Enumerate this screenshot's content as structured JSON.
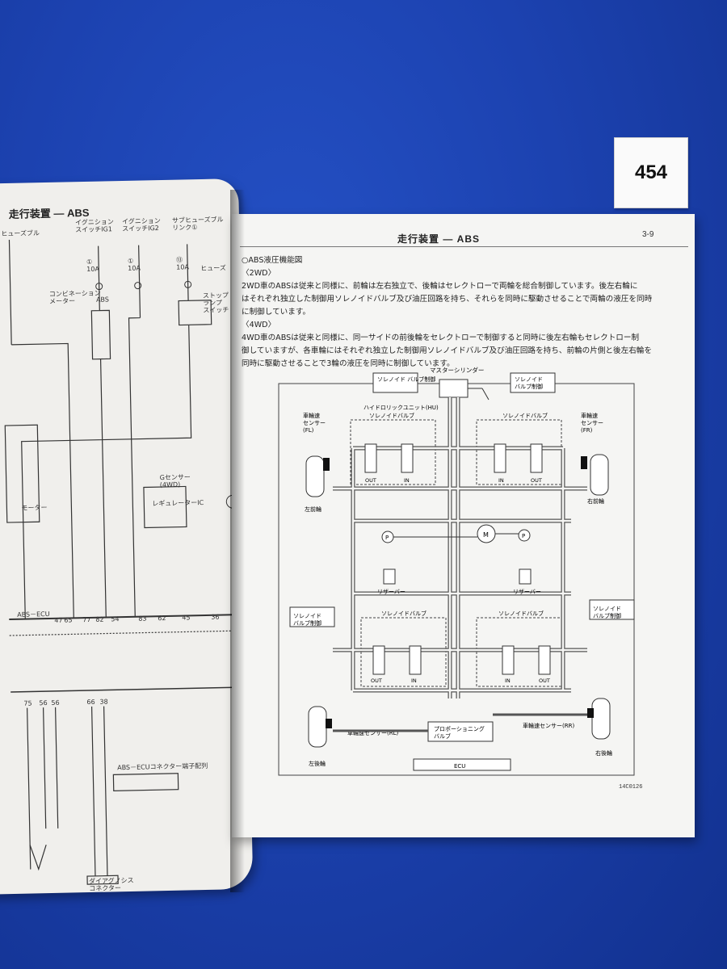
{
  "tag": {
    "number": "454"
  },
  "left_page": {
    "header": "走行装置 ― ABS",
    "labels": {
      "fuse_left": "ヒューズブル",
      "ig1": "イグニション\nスイッチIG1",
      "ig2": "イグニション\nスイッチIG2",
      "sub_fuse": "サブヒューズブル\nリンク①",
      "fuse1": "①\n10A",
      "fuse2": "①\n10A",
      "fuse3": "⑬\n10A",
      "fuse_word": "ヒューズ",
      "combo_meter": "コンビネーション\nメーター",
      "abs": "ABS",
      "stop_lamp": "ストップ\nランプ\nスイッチ",
      "g_sensor": "Gセンサー\n(4WD)",
      "regulator": "レギュレーターIC",
      "motor": "モーター",
      "abs_ecu": "ABS－ECU",
      "pins_top": [
        "47",
        "65",
        "77",
        "82",
        "54",
        "83",
        "62",
        "45",
        "36"
      ],
      "pins_bottom": [
        "75",
        "56",
        "56",
        "66",
        "38"
      ],
      "connector_title": "ABS－ECUコネクター端子配列",
      "diag": "ダイアグノシス\nコネクター"
    }
  },
  "right_page": {
    "title": "走行装置 ― ABS",
    "page_number": "3-9",
    "lines": [
      "○ABS液圧機能図",
      "〈2WD〉",
      "2WD車のABSは従来と同様に、前輪は左右独立で、後輪はセレクトローで両輪を総合制御しています。後左右輪に",
      "はそれぞれ独立した制御用ソレノイドバルブ及び油圧回路を持ち、それらを同時に駆動させることで両輪の液圧を同時",
      "に制御しています。",
      "〈4WD〉",
      "4WD車のABSは従来と同様に、同一サイドの前後輪をセレクトローで制御すると同時に後左右輪もセレクトロー制",
      "御していますが、各車輪にはそれぞれ独立した制御用ソレノイドバルブ及び油圧回路を持ち、前輪の片側と後左右輪を",
      "同時に駆動させることで3輪の液圧を同時に制御しています。"
    ],
    "diagram": {
      "master_cylinder": "マスターシリンダー",
      "solenoid_ctrl": "ソレノイド\nバルブ制御",
      "hu": "ハイドロリックユニット(HU)",
      "solenoid_valve": "ソレノイドバルブ",
      "sensor_fl": "車輪速\nセンサー\n(FL)",
      "sensor_fr": "車輪速\nセンサー\n(FR)",
      "out": "OUT",
      "in": "IN",
      "left_front": "左前輪",
      "right_front": "右前輪",
      "pump": "P",
      "motor": "M",
      "reservoir": "リザーバー",
      "sensor_rl": "車輪速センサー(RL)",
      "sensor_rr": "車輪速センサー(RR)",
      "proportioning": "プロポーショニング\nバルブ",
      "left_rear": "左後輪",
      "right_rear": "右後輪",
      "ecu": "ECU"
    },
    "figure_code": "14C0126"
  }
}
